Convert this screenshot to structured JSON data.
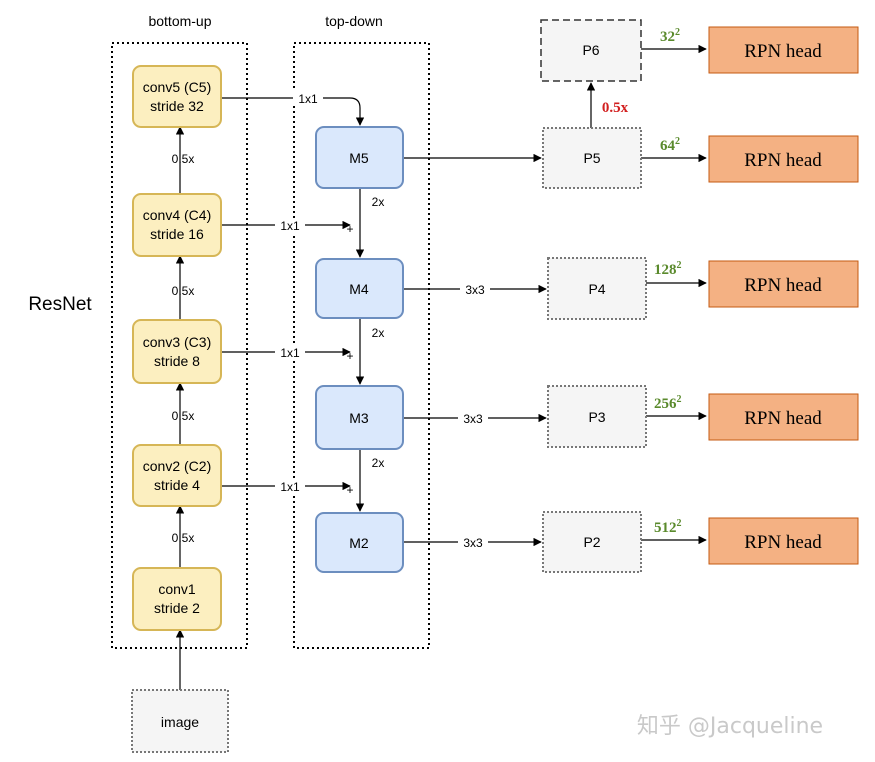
{
  "side_label": "ResNet",
  "columns": {
    "bottom_up": "bottom-up",
    "top_down": "top-down"
  },
  "input": {
    "label": "image"
  },
  "backbone": [
    {
      "line1": "conv5 (C5)",
      "line2": "stride 32"
    },
    {
      "line1": "conv4 (C4)",
      "line2": "stride 16"
    },
    {
      "line1": "conv3 (C3)",
      "line2": "stride 8"
    },
    {
      "line1": "conv2 (C2)",
      "line2": "stride 4"
    },
    {
      "line1": "conv1",
      "line2": "stride 2"
    }
  ],
  "downsample_labels": [
    "0.5x",
    "0.5x",
    "0.5x",
    "0.5x"
  ],
  "lateral_labels": [
    "1x1",
    "1x1",
    "1x1",
    "1x1"
  ],
  "merges": [
    "M5",
    "M4",
    "M3",
    "M2"
  ],
  "upsample_labels": [
    "2x",
    "2x",
    "2x"
  ],
  "plus_sign": "+",
  "smoothing_labels": [
    "3x3",
    "3x3",
    "3x3"
  ],
  "outputs": [
    "P6",
    "P5",
    "P4",
    "P3",
    "P2"
  ],
  "p6_label": "0.5x",
  "anchor_sizes": [
    {
      "base": "32",
      "exp": "2"
    },
    {
      "base": "64",
      "exp": "2"
    },
    {
      "base": "128",
      "exp": "2"
    },
    {
      "base": "256",
      "exp": "2"
    },
    {
      "base": "512",
      "exp": "2"
    }
  ],
  "rpn_label": "RPN head",
  "watermark": "知乎 @Jacqueline",
  "colors": {
    "conv_fill": "#fcefc0",
    "conv_stroke": "#d6b656",
    "merge_fill": "#dae8fc",
    "merge_stroke": "#6c8ebf",
    "p_fill": "#f5f5f5",
    "p_stroke": "#777777",
    "rpn_fill": "#f4b183",
    "rpn_stroke": "#c55a11",
    "anchor_text": "#5a8a2c",
    "p6_scale_text": "#d21f1f"
  }
}
